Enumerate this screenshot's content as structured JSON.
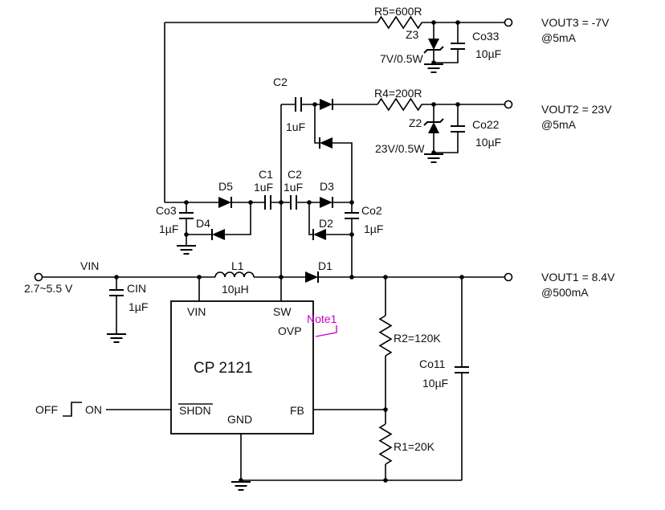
{
  "power_input": {
    "net_label": "VIN",
    "voltage_range": "2.7~5.5 V"
  },
  "ic": {
    "part_number": "CP 2121",
    "pins": {
      "vin": "VIN",
      "sw": "SW",
      "ovp": "OVP",
      "shdn": "SHDN",
      "gnd": "GND",
      "fb": "FB"
    }
  },
  "outputs": {
    "vout3": {
      "name": "VOUT3 = -7V",
      "current": "@5mA"
    },
    "vout2": {
      "name": "VOUT2 = 23V",
      "current": "@5mA"
    },
    "vout1": {
      "name": "VOUT1 = 8.4V",
      "current": "@500mA"
    }
  },
  "components": {
    "r5": {
      "label": "R5=600R"
    },
    "r4": {
      "label": "R4=200R"
    },
    "r2": {
      "label": "R2=120K"
    },
    "r1": {
      "label": "R1=20K"
    },
    "z3": {
      "name": "Z3",
      "rating": "7V/0.5W"
    },
    "z2": {
      "name": "Z2",
      "rating": "23V/0.5W"
    },
    "co33": {
      "name": "Co33",
      "value": "10µF"
    },
    "co22": {
      "name": "Co22",
      "value": "10µF"
    },
    "co11": {
      "name": "Co11",
      "value": "10µF"
    },
    "co3": {
      "name": "Co3",
      "value": "1µF"
    },
    "co2": {
      "name": "Co2",
      "value": "1µF"
    },
    "cin": {
      "name": "CIN",
      "value": "1µF"
    },
    "c2_top": {
      "name": "C2",
      "value": "1uF"
    },
    "c1": {
      "name": "C1",
      "value": "1uF"
    },
    "c2_mid": {
      "name": "C2",
      "value": "1uF"
    },
    "l1": {
      "name": "L1",
      "value": "10µH"
    },
    "d1": {
      "name": "D1"
    },
    "d2": {
      "name": "D2"
    },
    "d3": {
      "name": "D3"
    },
    "d4": {
      "name": "D4"
    },
    "d5": {
      "name": "D5"
    }
  },
  "control": {
    "off_label": "OFF",
    "on_label": "ON"
  },
  "annotations": {
    "note1": "Note1",
    "note_color": "#cc00cc"
  }
}
